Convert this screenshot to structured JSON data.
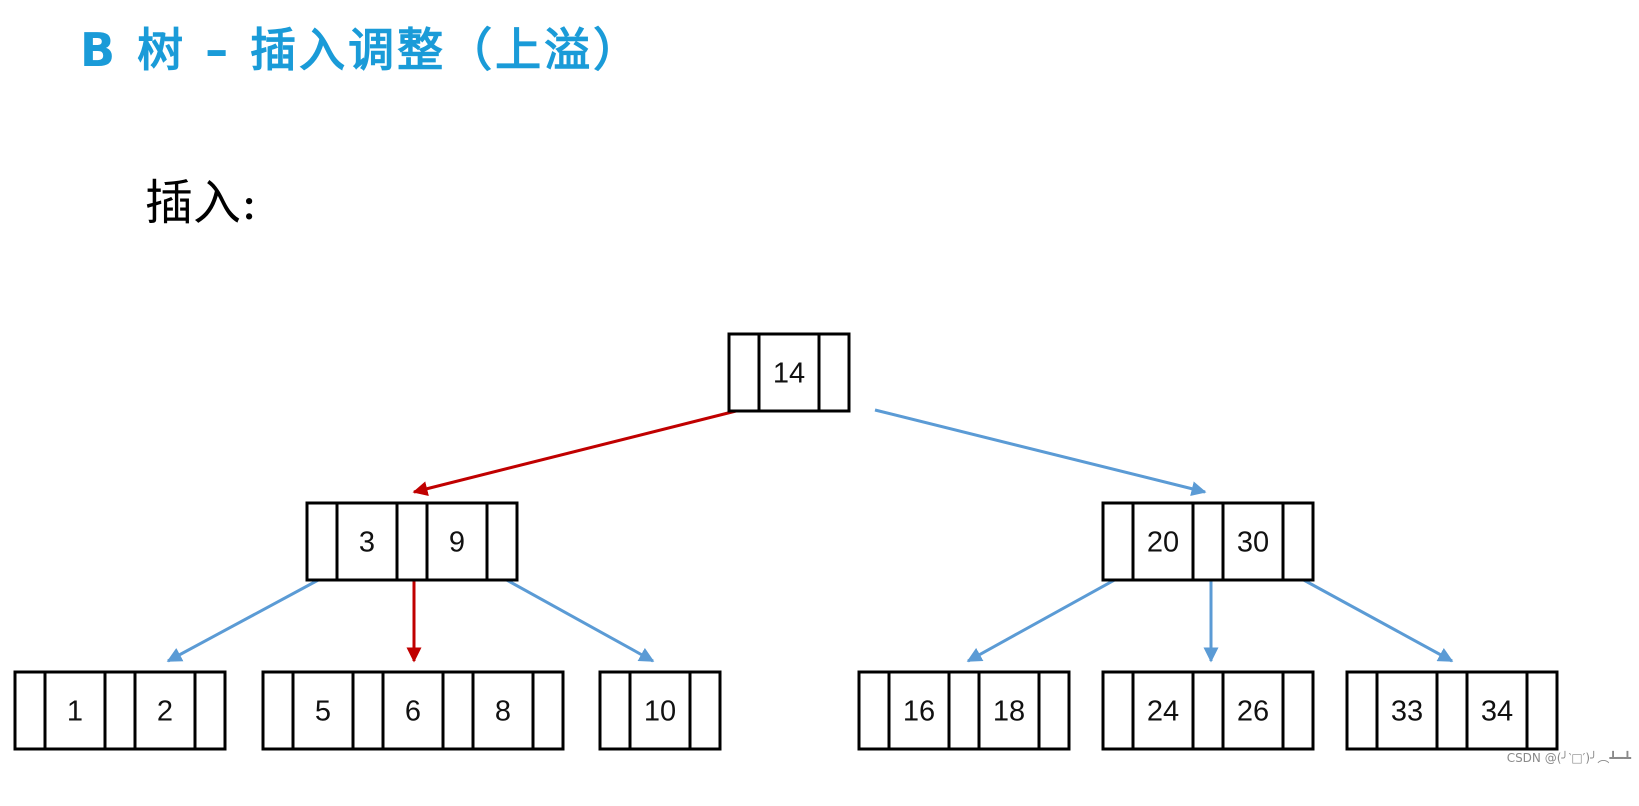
{
  "page": {
    "title": "B 树 – 插入调整（上溢）",
    "subtitle": "插入:",
    "watermark": "CSDN @(╯‵□′)╯︵┻━┻"
  },
  "colors": {
    "title": "#1a9bd8",
    "highlight_edge": "#c00000",
    "normal_edge": "#5b9bd5",
    "node_border": "#000000"
  },
  "tree": {
    "nodes": [
      {
        "id": "root",
        "keys": [
          "14"
        ]
      },
      {
        "id": "left",
        "keys": [
          "3",
          "9"
        ]
      },
      {
        "id": "right",
        "keys": [
          "20",
          "30"
        ]
      },
      {
        "id": "leaf-1-2",
        "keys": [
          "1",
          "2"
        ]
      },
      {
        "id": "leaf-5-6-8",
        "keys": [
          "5",
          "6",
          "8"
        ]
      },
      {
        "id": "leaf-10",
        "keys": [
          "10"
        ]
      },
      {
        "id": "leaf-16-18",
        "keys": [
          "16",
          "18"
        ]
      },
      {
        "id": "leaf-24-26",
        "keys": [
          "24",
          "26"
        ]
      },
      {
        "id": "leaf-33-34",
        "keys": [
          "33",
          "34"
        ]
      }
    ],
    "edges": [
      {
        "from": "root",
        "to": "left",
        "highlight": true
      },
      {
        "from": "root",
        "to": "right",
        "highlight": false
      },
      {
        "from": "left",
        "to": "leaf-1-2",
        "highlight": false
      },
      {
        "from": "left",
        "to": "leaf-5-6-8",
        "highlight": true
      },
      {
        "from": "left",
        "to": "leaf-10",
        "highlight": false
      },
      {
        "from": "right",
        "to": "leaf-16-18",
        "highlight": false
      },
      {
        "from": "right",
        "to": "leaf-24-26",
        "highlight": false
      },
      {
        "from": "right",
        "to": "leaf-33-34",
        "highlight": false
      }
    ]
  }
}
